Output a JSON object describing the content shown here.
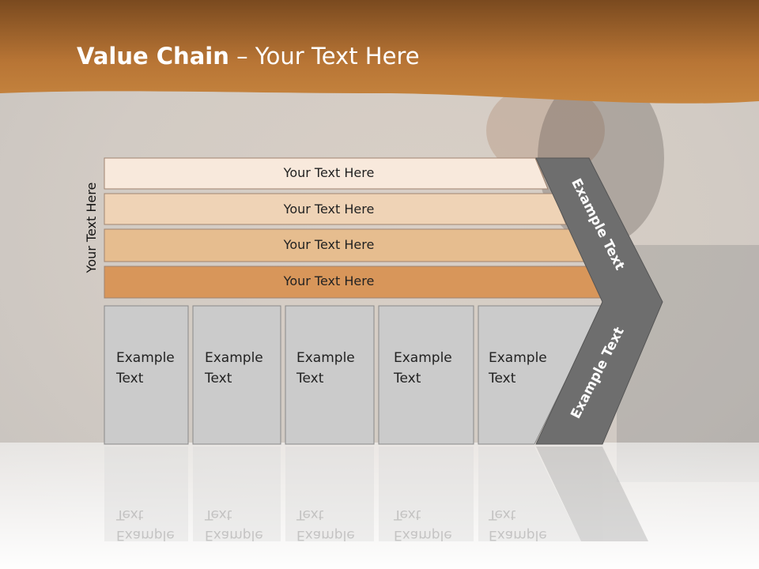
{
  "slide": {
    "title_bold": "Value Chain",
    "title_rest": " – Your Text Here",
    "side_label": "Your Text Here",
    "rows": [
      {
        "label": "Your Text Here"
      },
      {
        "label": "Your Text Here"
      },
      {
        "label": "Your Text Here"
      },
      {
        "label": "Your Text Here"
      }
    ],
    "boxes": [
      {
        "line1": "Example",
        "line2": "Text"
      },
      {
        "line1": "Example",
        "line2": "Text"
      },
      {
        "line1": "Example",
        "line2": "Text"
      },
      {
        "line1": "Example",
        "line2": "Text"
      },
      {
        "line1": "Example",
        "line2": "Text"
      }
    ],
    "arrow_upper_label": "Example Text",
    "arrow_lower_label": "Example Text"
  },
  "colors": {
    "header": "#b87535",
    "row1": "#f8e9dc",
    "row2": "#efd3b6",
    "row3": "#e6bd8f",
    "row4": "#d8965a",
    "box": "#cbcbcb",
    "arrow": "#6e6e6e"
  }
}
